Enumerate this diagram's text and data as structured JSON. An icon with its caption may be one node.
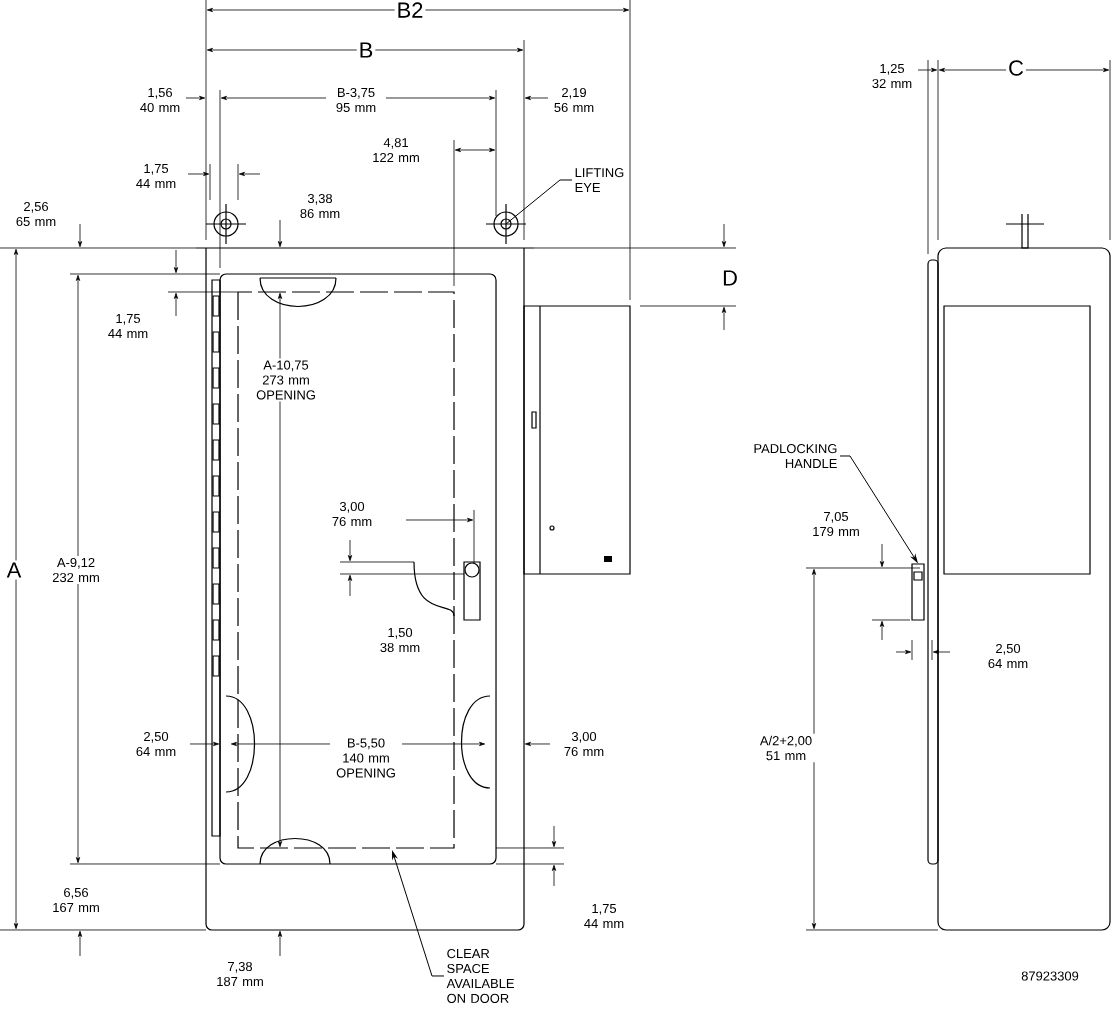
{
  "diagram": {
    "nodes": [
      {
        "text": [
          "LIFTING EYE"
        ]
      },
      {
        "text": [],
        "shape": "circle"
      },
      {
        "text": [
          "PADLOCKING HANDLE"
        ]
      },
      {
        "text": [],
        "shape": "picture"
      },
      {
        "text": [
          "CLEAR SPACE AVAILABLE ON DOOR"
        ]
      }
    ],
    "edges": [
      {
        "from": 0,
        "to": 1,
        "arrow": "none"
      },
      {
        "from": 2,
        "to": 3,
        "arrow": "to"
      },
      {
        "from": 4,
        "to": null,
        "arrow": "to"
      }
    ],
    "labels": [
      "B2",
      "B",
      "1,25 32 mm",
      "C",
      "1,56 40 mm",
      "B-3,75 95 mm",
      "2,19 56 mm",
      "4,81 122 mm",
      "1,75 44 mm",
      "2,56 65 mm",
      "3,38 86 mm",
      "D",
      "1,75 44 mm",
      "A-10,75 273 mm OPENING",
      "A-9,12 232 mm",
      "A",
      "3,00 76 mm",
      "7,05 179 mm",
      "1,50 38 mm",
      "2,50 64 mm",
      "A/2+2,00 51 mm",
      "2,50 64 mm",
      "B-5,50 140 mm OPENING",
      "3,00 76 mm",
      "1,75 44 mm",
      "6,56 167 mm",
      "7,38 187 mm",
      "87923309"
    ]
  }
}
